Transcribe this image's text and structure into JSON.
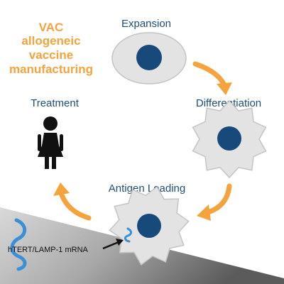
{
  "title": {
    "lines": [
      "VAC",
      "allogeneic",
      "vaccine",
      "manufacturing"
    ]
  },
  "steps": {
    "expansion": "Expansion",
    "differentiation": "Differentiation",
    "antigen_loading": "Antigen Loading",
    "treatment": "Treatment"
  },
  "mrna_label": "hTERT/LAMP-1 mRNA",
  "colors": {
    "title": "#f5a33c",
    "step_label": "#1f4e79",
    "arrow": "#f5a33c",
    "cell_body": "#e3e3e3",
    "cell_edge": "#c4c4c4",
    "nucleus": "#17497a",
    "mrna": "#3a8fd6",
    "person": "#111111"
  },
  "icons": [
    "person-icon",
    "mrna-strand-icon",
    "pointer-arrow-icon"
  ]
}
